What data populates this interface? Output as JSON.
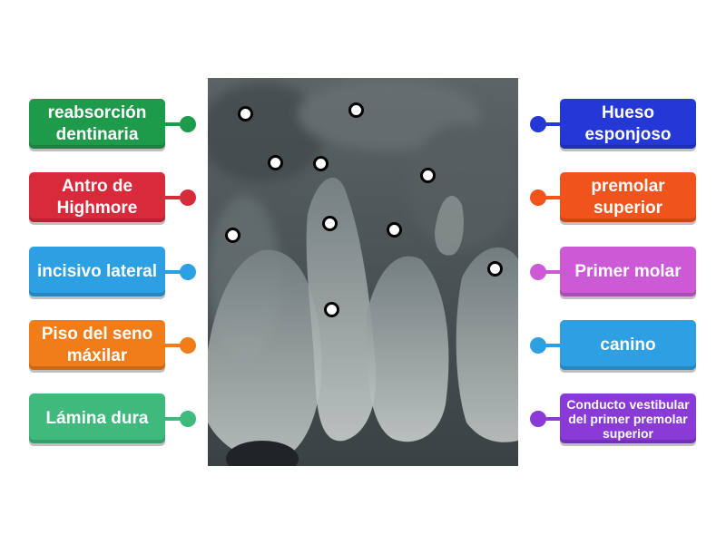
{
  "left_labels": [
    {
      "text": "reabsorción dentinaria",
      "color": "#1e9a4b"
    },
    {
      "text": "Antro de Highmore",
      "color": "#d92a3b"
    },
    {
      "text": "incisivo lateral",
      "color": "#2d9fe3"
    },
    {
      "text": "Piso del seno máxilar",
      "color": "#f07c1a"
    },
    {
      "text": "Lámina dura",
      "color": "#3fba7c"
    }
  ],
  "right_labels": [
    {
      "text": "Hueso esponjoso",
      "color": "#2338d6"
    },
    {
      "text": "premolar superior",
      "color": "#f0541c"
    },
    {
      "text": "Primer molar",
      "color": "#cc5ad6"
    },
    {
      "text": "canino",
      "color": "#2d9fe3"
    },
    {
      "text": "Conducto vestibular del primer premolar superior",
      "color": "#8a3ad6"
    }
  ],
  "image": {
    "name": "dental-xray"
  },
  "hotspots": 10
}
